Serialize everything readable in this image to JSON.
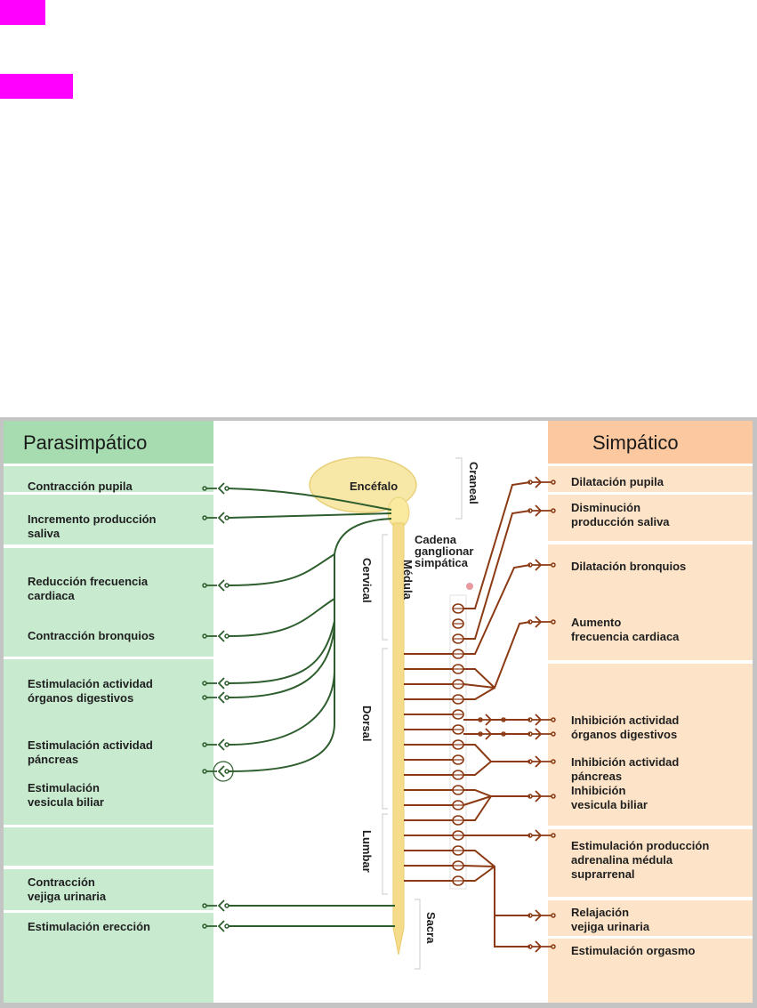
{
  "top_blocks": {
    "color": "#ff00ff"
  },
  "diagram": {
    "parasympathetic": {
      "title": "Parasimpático",
      "color_header": "#a6dcb0",
      "color_box": "#c8ebd0",
      "nerve_color": "#2e5e2e",
      "effects": [
        "Contracción pupila",
        "Incremento producción\nsaliva",
        "Reducción frecuencia\ncardiaca",
        "Contracción bronquios",
        "Estimulación actividad\nórganos digestivos",
        "Estimulación actividad\npáncreas",
        "Estimulación\nvesicula biliar",
        "Contracción\nvejiga urinaria",
        "Estimulación erección"
      ]
    },
    "sympathetic": {
      "title": "Simpático",
      "color_header": "#fbc8a0",
      "color_box": "#fde4c8",
      "nerve_color": "#8b3a14",
      "effects": [
        "Dilatación pupila",
        "Disminución\nproducción saliva",
        "Dilatación bronquios",
        "Aumento\nfrecuencia cardiaca",
        "Inhibición actividad\nórganos digestivos",
        "Inhibición actividad\npáncreas",
        "Inhibición\nvesicula biliar",
        "Estimulación producción\nadrenalina médula\nsuprarrenal",
        "Relajación\nvejiga urinaria",
        "Estimulación orgasmo"
      ]
    },
    "central": {
      "brain_label": "Encéfalo",
      "cord_label": "Médula",
      "chain_label": "Cadena\nganglionar\nsimpática",
      "regions": [
        "Craneal",
        "Cervical",
        "Dorsal",
        "Lumbar",
        "Sacra"
      ],
      "brain_color": "#f8e8a8",
      "cord_color": "#f5dc8a"
    }
  }
}
